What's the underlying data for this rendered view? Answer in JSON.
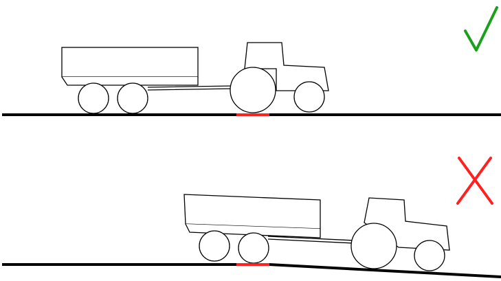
{
  "scenes": [
    {
      "id": "level-ground",
      "verdict": "correct",
      "verdict_icon": "check-mark-icon",
      "verdict_color": "#1aa01a",
      "ground": "flat",
      "contact_highlight_color": "#ff2020"
    },
    {
      "id": "slope-transition",
      "verdict": "incorrect",
      "verdict_icon": "cross-mark-icon",
      "verdict_color": "#ff2020",
      "ground": "flat-then-downslope",
      "contact_highlight_color": "#ff2020"
    }
  ],
  "colors": {
    "line": "#000000",
    "fill": "#ffffff"
  }
}
